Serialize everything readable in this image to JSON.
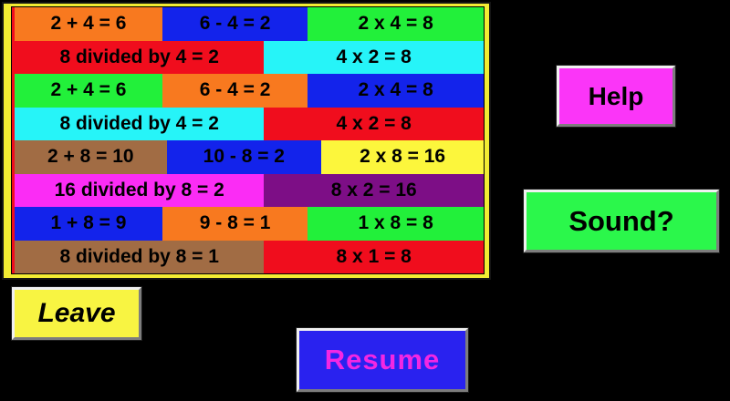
{
  "stage": {
    "background": "#000000"
  },
  "board": {
    "frame_color": "#F2EC33",
    "inner_line_color": "#000000",
    "background": "#F00D1D",
    "rows": [
      {
        "cells": [
          {
            "text": "2 + 4 = 6",
            "bg": "#F8791F",
            "w": 31.5
          },
          {
            "text": "6 - 4 = 2",
            "bg": "#1323EB",
            "w": 31.0
          },
          {
            "text": "2 x 4 = 8",
            "bg": "#22F03A",
            "w": 37.5
          }
        ]
      },
      {
        "cells": [
          {
            "text": "8 divided by 4 = 2",
            "bg": "#F00D1D",
            "w": 53.2
          },
          {
            "text": "4 x 2 = 8",
            "bg": "#26F4F8",
            "w": 46.8
          }
        ]
      },
      {
        "cells": [
          {
            "text": "2 + 4 = 6",
            "bg": "#22F03A",
            "w": 31.5
          },
          {
            "text": "6 - 4 = 2",
            "bg": "#F8791F",
            "w": 31.0
          },
          {
            "text": "2 x 4 = 8",
            "bg": "#1323EB",
            "w": 37.5
          }
        ]
      },
      {
        "cells": [
          {
            "text": "8 divided by 4 = 2",
            "bg": "#26F4F8",
            "w": 53.2
          },
          {
            "text": "4 x 2 = 8",
            "bg": "#F00D1D",
            "w": 46.8
          }
        ]
      },
      {
        "cells": [
          {
            "text": "2 + 8 = 10",
            "bg": "#A16C44",
            "w": 32.4
          },
          {
            "text": "10 - 8 = 2",
            "bg": "#1323EB",
            "w": 33.0
          },
          {
            "text": "2 x 8 = 16",
            "bg": "#FCF63C",
            "w": 34.6
          }
        ]
      },
      {
        "cells": [
          {
            "text": "16 divided by 8 = 2",
            "bg": "#FB2CF5",
            "w": 53.2
          },
          {
            "text": "8 x 2 = 16",
            "bg": "#7D0E86",
            "w": 46.8
          }
        ]
      },
      {
        "cells": [
          {
            "text": "1 + 8 = 9",
            "bg": "#1323EB",
            "w": 31.5
          },
          {
            "text": "9 - 8 = 1",
            "bg": "#F8791F",
            "w": 31.0
          },
          {
            "text": "1 x 8 = 8",
            "bg": "#22F03A",
            "w": 37.5
          }
        ]
      },
      {
        "cells": [
          {
            "text": "8 divided by 8 = 1",
            "bg": "#A16C44",
            "w": 53.2
          },
          {
            "text": "8 x 1 = 8",
            "bg": "#F00D1D",
            "w": 46.8
          }
        ]
      }
    ]
  },
  "buttons": {
    "help": {
      "label": "Help",
      "bg": "#FB35F8",
      "text_color": "#000000"
    },
    "sound": {
      "label": "Sound?",
      "bg": "#2BF74B",
      "text_color": "#000000"
    },
    "leave": {
      "label": "Leave",
      "bg": "#F8F442",
      "text_color": "#000000"
    },
    "resume": {
      "label": "Resume",
      "bg": "#2922EF",
      "text_color": "#F327E3"
    }
  }
}
